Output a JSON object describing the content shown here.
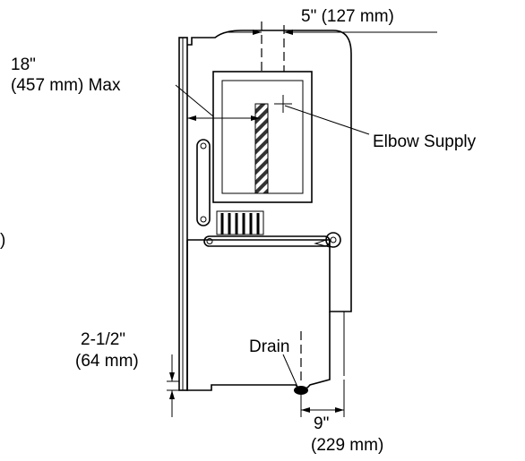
{
  "labels": {
    "elbow_offset": "5\" (127 mm)",
    "max_height_in": "18\"",
    "max_height_mm": "(457 mm) Max",
    "elbow_supply": "Elbow Supply",
    "side_cut": ")",
    "drain_offset_in": "2-1/2\"",
    "drain_offset_mm": "(64 mm)",
    "drain": "Drain",
    "drain_depth_in": "9\"",
    "drain_depth_mm": "(229 mm)"
  }
}
